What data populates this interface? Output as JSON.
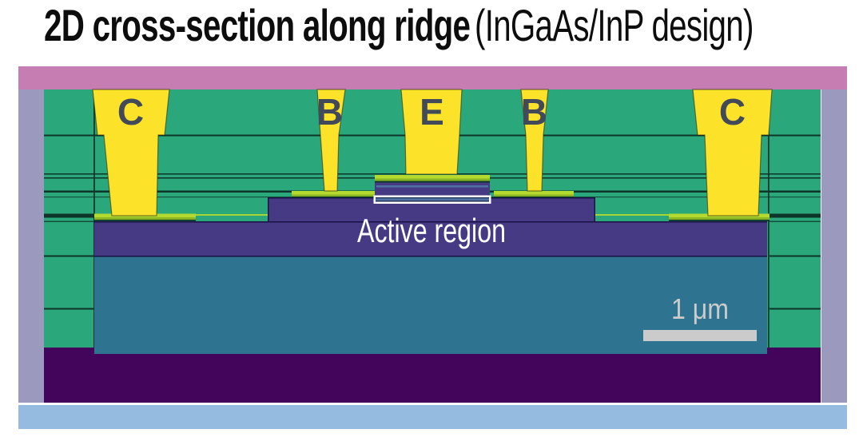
{
  "title": {
    "main": "2D cross-section along ridge",
    "suffix": "(InGaAs/InP design)"
  },
  "diagram": {
    "contact_labels": {
      "collector_left": "C",
      "base_left": "B",
      "emitter": "E",
      "base_right": "B",
      "collector_right": "C"
    },
    "annotations": {
      "active_region": "Active region",
      "scale_bar": "1 μm"
    },
    "colors": {
      "top_pink": "#c67db2",
      "side_lavender": "#9b99be",
      "bottom_blue": "#95bbe1",
      "semiconductor_green": "#2aa87c",
      "metal_yellow": "#fce32a",
      "contact_lime": "#b4d92f",
      "contact_lime_dark": "#8ab525",
      "mesa_purple": "#463a85",
      "substrate_teal": "#2e7491",
      "buffer_eggplant": "#43055c",
      "edge_dark": "#0e352a",
      "edge_purple": "#191245",
      "steel_blue": "#4e73a3",
      "navy": "#1c2a52",
      "white": "#ffffff",
      "label_slate": "#424959",
      "scalebar_gray": "#cbcbcb"
    }
  }
}
